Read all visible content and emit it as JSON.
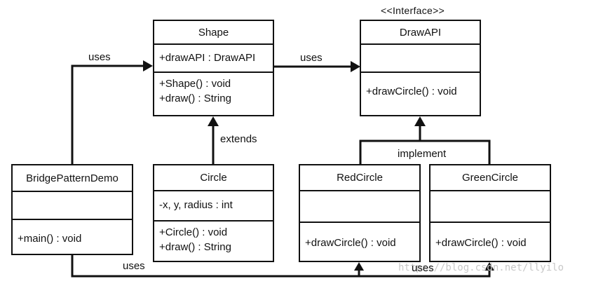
{
  "interface_stereotype": "<<Interface>>",
  "classes": {
    "shape": {
      "name": "Shape",
      "attributes": [
        "+drawAPI : DrawAPI"
      ],
      "methods": [
        "+Shape()  : void",
        "+draw() : String"
      ]
    },
    "drawapi": {
      "name": "DrawAPI",
      "attributes": [],
      "methods": [
        "+drawCircle()  : void"
      ]
    },
    "bridge_demo": {
      "name": "BridgePatternDemo",
      "attributes": [],
      "methods": [
        "+main()  : void"
      ]
    },
    "circle": {
      "name": "Circle",
      "attributes": [
        "-x, y, radius  : int"
      ],
      "methods": [
        "+Circle()  : void",
        "+draw()  : String"
      ]
    },
    "red_circle": {
      "name": "RedCircle",
      "attributes": [],
      "methods": [
        "+drawCircle()  : void"
      ]
    },
    "green_circle": {
      "name": "GreenCircle",
      "attributes": [],
      "methods": [
        "+drawCircle()  : void"
      ]
    }
  },
  "relations": {
    "uses_demo_shape": "uses",
    "uses_shape_drawapi": "uses",
    "extends": "extends",
    "implement": "implement",
    "uses_bottom_left": "uses",
    "uses_bottom_right": "uses"
  },
  "watermark": "https://blog.csdn.net/llyilo"
}
